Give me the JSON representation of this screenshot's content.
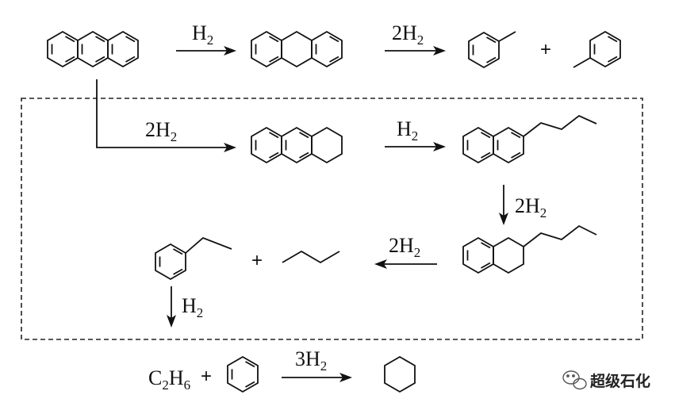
{
  "reagents": {
    "r1": {
      "coef": "",
      "base": "H",
      "sub": "2"
    },
    "r2": {
      "coef": "2",
      "base": "H",
      "sub": "2"
    },
    "r3": {
      "coef": "2",
      "base": "H",
      "sub": "2"
    },
    "r4": {
      "coef": "",
      "base": "H",
      "sub": "2"
    },
    "r5": {
      "coef": "2",
      "base": "H",
      "sub": "2"
    },
    "r6": {
      "coef": "2",
      "base": "H",
      "sub": "2"
    },
    "r7": {
      "coef": "",
      "base": "H",
      "sub": "2"
    },
    "r8": {
      "coef": "3",
      "base": "H",
      "sub": "2"
    }
  },
  "ethane": {
    "c": "C",
    "c_sub": "2",
    "h": "H",
    "h_sub": "6"
  },
  "plus_sign": "+",
  "watermark": {
    "text": "超级石化",
    "icon": "wechat-icon"
  }
}
